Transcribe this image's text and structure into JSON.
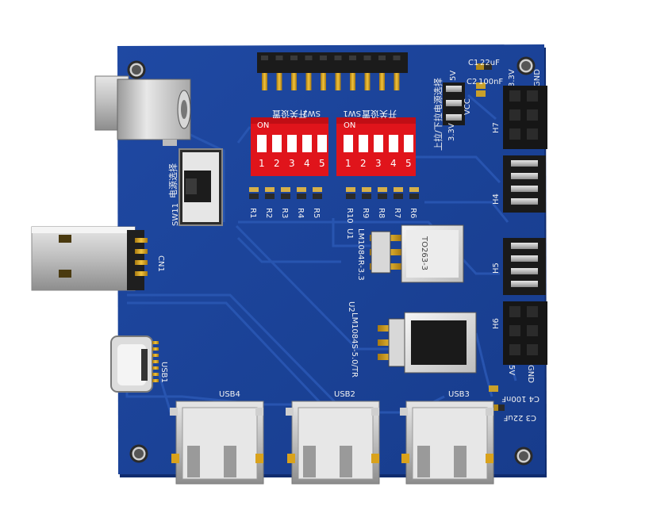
{
  "board": {
    "colors": {
      "pcb": "#1a3f93",
      "pcb_edge": "#102c6e",
      "trace": "#234ea5",
      "dip": "#e0141b",
      "silk": "#f2f2f2",
      "pin_gold": "#d9a21c",
      "metal": "#c9c9c9"
    }
  },
  "switches": {
    "sw1": {
      "ref": "SW1",
      "label": "开关设置",
      "on": "ON",
      "nums": [
        "1",
        "2",
        "3",
        "4",
        "5"
      ]
    },
    "sw2": {
      "ref": "SW2",
      "label": "开关设置",
      "on": "ON",
      "nums": [
        "1",
        "2",
        "3",
        "4",
        "5"
      ]
    },
    "sw11": {
      "ref": "SW11",
      "label": "电源选择"
    }
  },
  "resistors_left": [
    "R1",
    "R2",
    "R3",
    "R4",
    "R5"
  ],
  "resistors_right": [
    "R10",
    "R9",
    "R8",
    "R7",
    "R6"
  ],
  "regulators": {
    "u1": {
      "ref": "U1",
      "part": "LM1084R-3.3",
      "package": "TO263-3"
    },
    "u2": {
      "ref": "U2",
      "part": "LM1084S-5.0/TR"
    }
  },
  "pullup": {
    "title": "上拉/下拉电源选择",
    "v5": "5V",
    "vcc": "VCC",
    "v33": "3.3V"
  },
  "caps_top": {
    "c1": "C1",
    "c1v": "22uF",
    "c2": "C2",
    "c2v": "100nF",
    "v33": "3.3V",
    "gnd": "GND"
  },
  "caps_bottom": {
    "v5": "5V",
    "gnd": "GND",
    "c4": "C4 100nF",
    "c3": "C3 22uF"
  },
  "headers": [
    "H7",
    "H4",
    "H5",
    "H6"
  ],
  "connectors": {
    "cn1": "CN1",
    "usb1": "USB1",
    "usb2": "USB2",
    "usb3": "USB3",
    "usb4": "USB4"
  }
}
